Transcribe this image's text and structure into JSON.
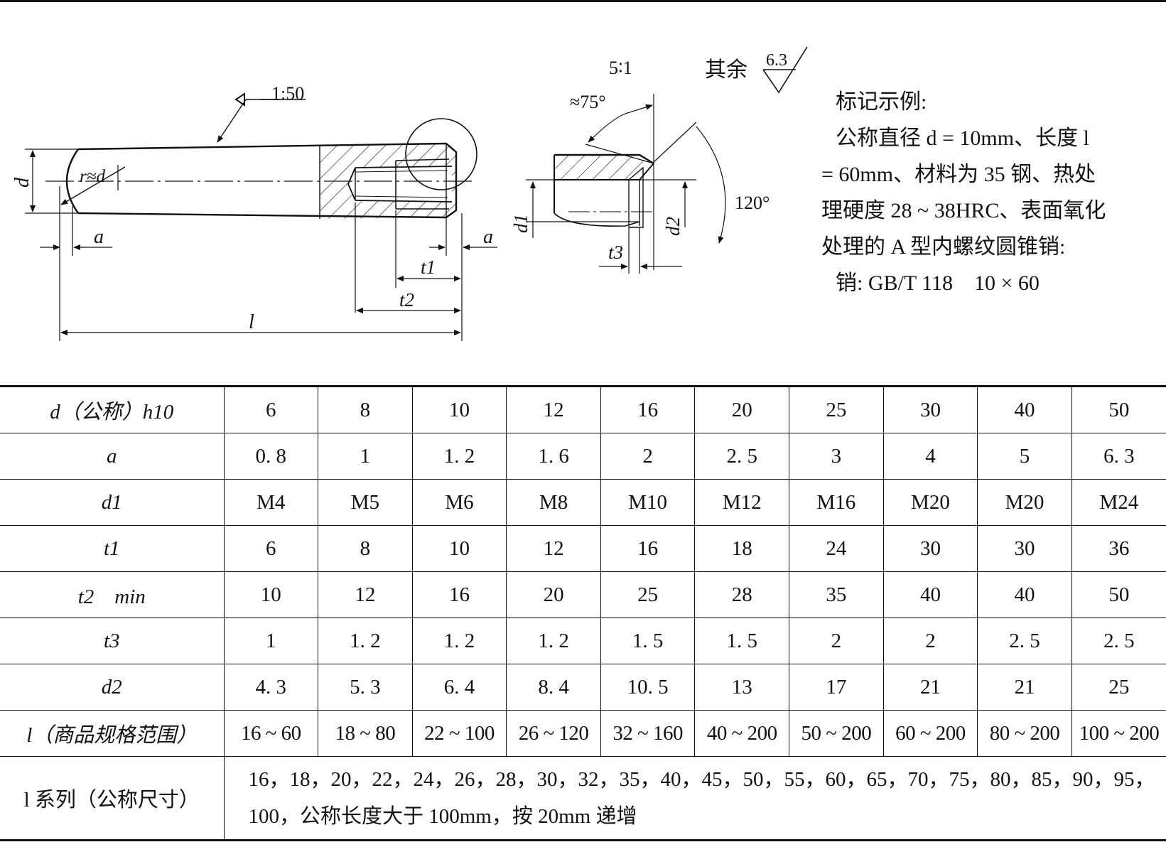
{
  "drawing": {
    "taper_label": "1:50",
    "scale_label": "5∶1",
    "rest_label": "其余",
    "roughness": "6.3",
    "angle_75": "≈75°",
    "angle_120": "120°",
    "radius_label": "r≈d",
    "dim_d": "d",
    "dim_a_left": "a",
    "dim_a_right": "a",
    "dim_t1": "t1",
    "dim_t2": "t2",
    "dim_l": "l",
    "dim_d1": "d1",
    "dim_d2": "d2",
    "dim_t3": "t3"
  },
  "note": {
    "title": "标记示例:",
    "lines": [
      "公称直径 d = 10mm、长度 l",
      "= 60mm、材料为 35 钢、热处",
      "理硬度 28 ~ 38HRC、表面氧化",
      "处理的 A 型内螺纹圆锥销:",
      "销: GB/T 118　10 × 60"
    ]
  },
  "table": {
    "rows": [
      {
        "label": "d（公称）h10",
        "values": [
          "6",
          "8",
          "10",
          "12",
          "16",
          "20",
          "25",
          "30",
          "40",
          "50"
        ]
      },
      {
        "label": "a",
        "values": [
          "0. 8",
          "1",
          "1. 2",
          "1. 6",
          "2",
          "2. 5",
          "3",
          "4",
          "5",
          "6. 3"
        ]
      },
      {
        "label": "d1",
        "values": [
          "M4",
          "M5",
          "M6",
          "M8",
          "M10",
          "M12",
          "M16",
          "M20",
          "M20",
          "M24"
        ]
      },
      {
        "label": "t1",
        "values": [
          "6",
          "8",
          "10",
          "12",
          "16",
          "18",
          "24",
          "30",
          "30",
          "36"
        ]
      },
      {
        "label": "t2　min",
        "values": [
          "10",
          "12",
          "16",
          "20",
          "25",
          "28",
          "35",
          "40",
          "40",
          "50"
        ]
      },
      {
        "label": "t3",
        "values": [
          "1",
          "1. 2",
          "1. 2",
          "1. 2",
          "1. 5",
          "1. 5",
          "2",
          "2",
          "2. 5",
          "2. 5"
        ]
      },
      {
        "label": "d2",
        "values": [
          "4. 3",
          "5. 3",
          "6. 4",
          "8. 4",
          "10. 5",
          "13",
          "17",
          "21",
          "21",
          "25"
        ]
      },
      {
        "label": "l（商品规格范围）",
        "values": [
          "16 ~ 60",
          "18 ~ 80",
          "22 ~ 100",
          "26 ~ 120",
          "32 ~ 160",
          "40 ~ 200",
          "50 ~ 200",
          "60 ~ 200",
          "80 ~ 200",
          "100 ~ 200"
        ]
      }
    ],
    "series": {
      "label": "l 系列（公称尺寸）",
      "text": "16，18，20，22，24，26，28，30，32，35，40，45，50，55，60，65，70，75，80，85，90，95，100，公称长度大于 100mm，按 20mm 递增"
    }
  }
}
